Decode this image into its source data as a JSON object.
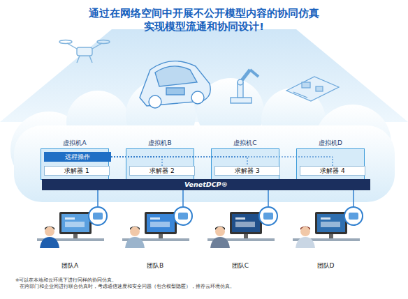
{
  "diagram": {
    "title": "通过在网络空间中开展不公开模型内容的协同仿真 实现模型流通和协同设计!",
    "nodes": [
      {
        "text": [
          "虚拟机A"
        ]
      },
      {
        "text": [
          "远程操作"
        ],
        "in": 0
      },
      {
        "text": [
          "求解器 1"
        ],
        "in": 0
      },
      {
        "text": [
          "虚拟机B"
        ]
      },
      {
        "text": [
          "求解器 2"
        ],
        "in": 3
      },
      {
        "text": [
          "虚拟机C"
        ]
      },
      {
        "text": [
          "求解器 3"
        ],
        "in": 5
      },
      {
        "text": [
          "虚拟机D"
        ]
      },
      {
        "text": [
          "求解器 4"
        ],
        "in": 7
      },
      {
        "text": [
          "VenetDCP®"
        ]
      },
      {
        "text": [
          "团队A"
        ]
      },
      {
        "text": [
          "团队B"
        ]
      },
      {
        "text": [
          "团队C"
        ]
      },
      {
        "text": [
          "团队D"
        ]
      }
    ],
    "edges": [
      {
        "from": 1,
        "to": 4,
        "arrow": "none"
      },
      {
        "from": 1,
        "to": 6,
        "arrow": "none"
      },
      {
        "from": 1,
        "to": 8,
        "arrow": "none"
      },
      {
        "from": 0,
        "to": 10,
        "arrow": "none"
      },
      {
        "from": 3,
        "to": 11,
        "arrow": "none"
      },
      {
        "from": 5,
        "to": 12,
        "arrow": "none"
      },
      {
        "from": 7,
        "to": 13,
        "arrow": "none"
      }
    ],
    "labels": [
      "※可以在本地和云环境下进行同样的协同仿真。",
      "在跨部门和企业间进行联合仿真时，考虑通信速度和安全问题（包含模型隐匿），推荐云环境仿真。"
    ]
  }
}
